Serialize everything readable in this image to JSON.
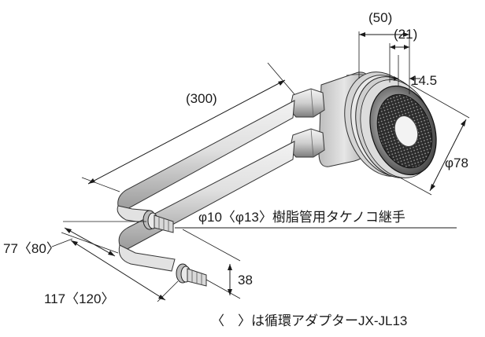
{
  "labels": {
    "dim_50": "(50)",
    "dim_21": "(21)",
    "dim_14_5": "14.5",
    "dim_300": "(300)",
    "dim_phi78": "φ78",
    "fitting": "φ10〈φ13〉樹脂管用タケノコ継手",
    "dim_77": "77〈80〉",
    "dim_117": "117〈120〉",
    "dim_38": "38",
    "footnote": "〈　〉は循環アダプターJX-JL13"
  }
}
